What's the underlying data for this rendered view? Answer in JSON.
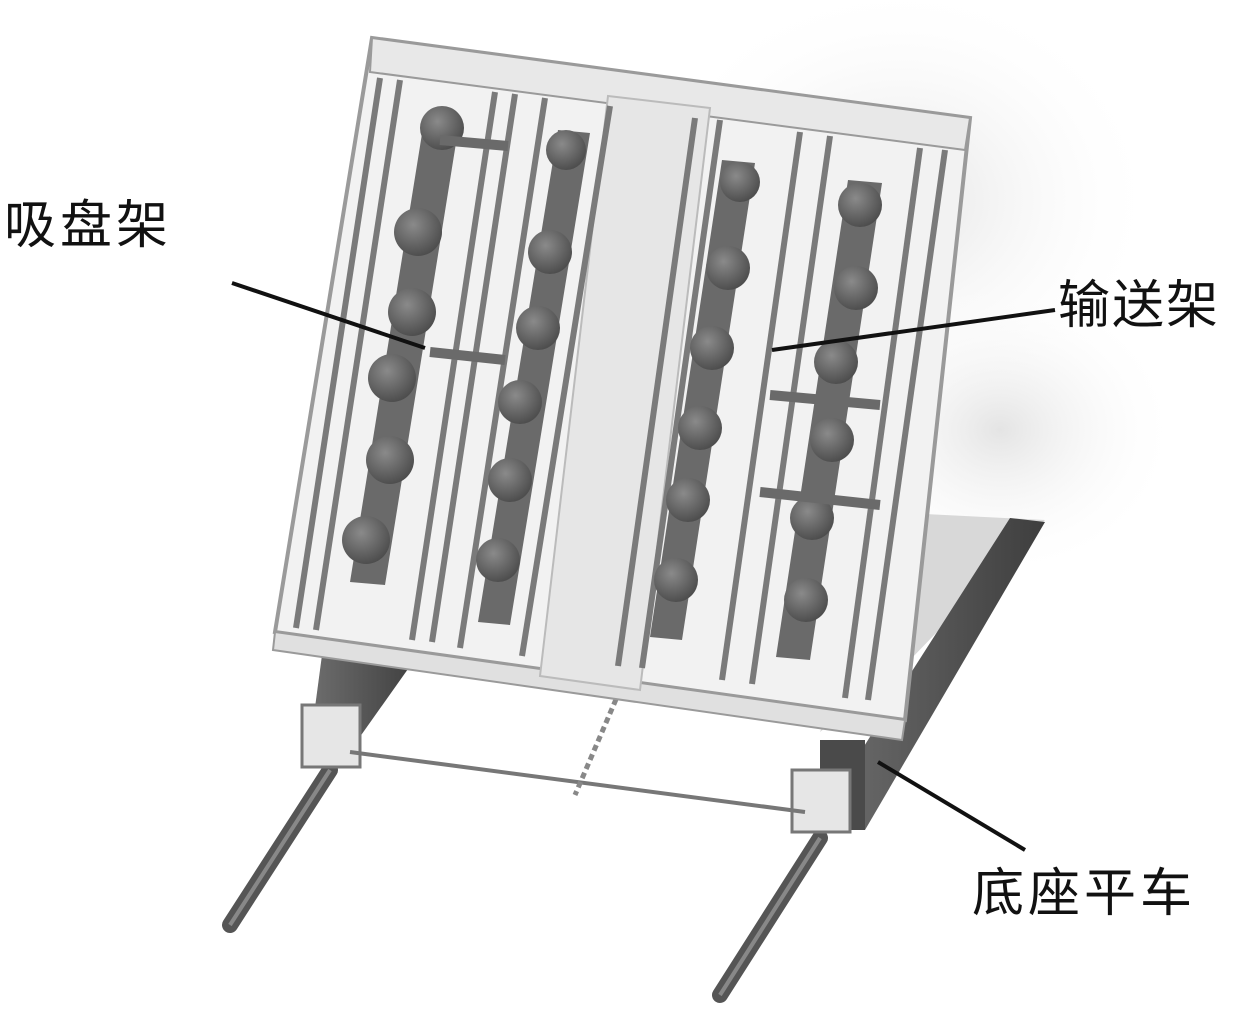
{
  "labels": {
    "suction_rack": "吸盘架",
    "conveyor_rack": "输送架",
    "base_cart": "底座平车"
  },
  "colors": {
    "frame": "#eeeeee",
    "frame_edge": "#9a9a9a",
    "rail": "#7a7a7a",
    "suction_cup": "#6a6a6a",
    "cart": "#5a5a5a",
    "track": "#555555",
    "leader_line": "#111111"
  },
  "icons": [
    "suction-rack",
    "conveyor-rack",
    "base-cart",
    "rail-track"
  ]
}
